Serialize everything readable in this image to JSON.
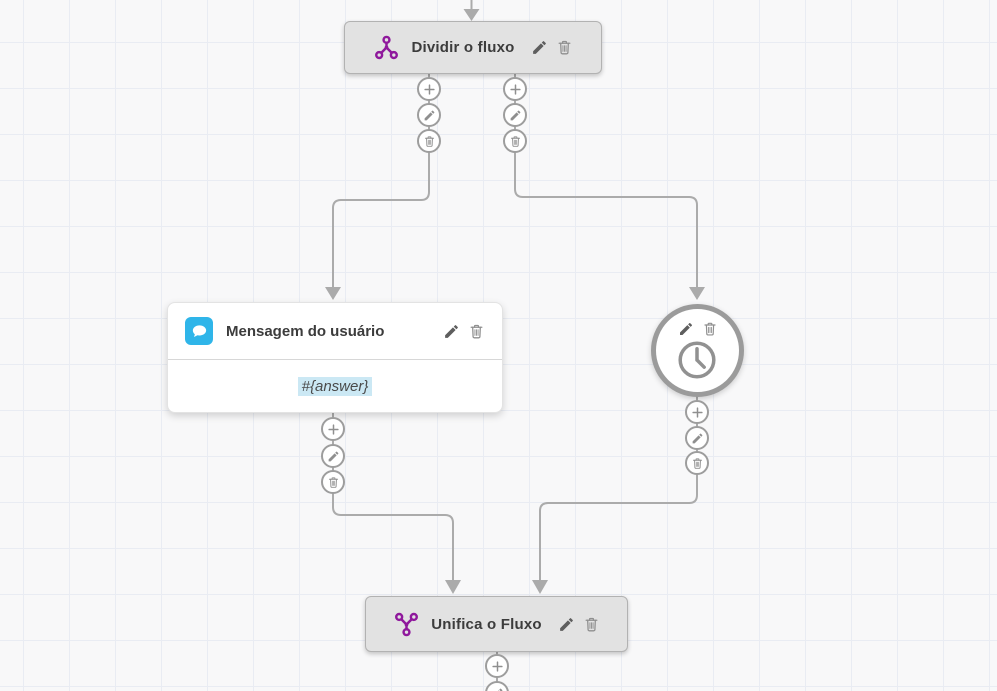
{
  "nodes": {
    "split": {
      "label": "Dividir o fluxo"
    },
    "user_message": {
      "label": "Mensagem do usuário",
      "variable": "#{answer}"
    },
    "merge": {
      "label": "Unifica o Fluxo"
    }
  },
  "icons": {
    "split": "split-icon",
    "user_message": "chat-bubble-icon",
    "timer": "clock-icon",
    "merge": "merge-icon",
    "edit": "pencil-icon",
    "delete": "trash-icon",
    "add": "plus-icon"
  },
  "colors": {
    "node_purple": "#8f189c",
    "message_blue": "#2fb5e9",
    "variable_highlight": "#cbe8f4",
    "node_gray": "#e2e2e2",
    "connector_gray": "#ababab",
    "canvas_background": "#f8f8f9",
    "grid_line": "#e9ecf3"
  }
}
